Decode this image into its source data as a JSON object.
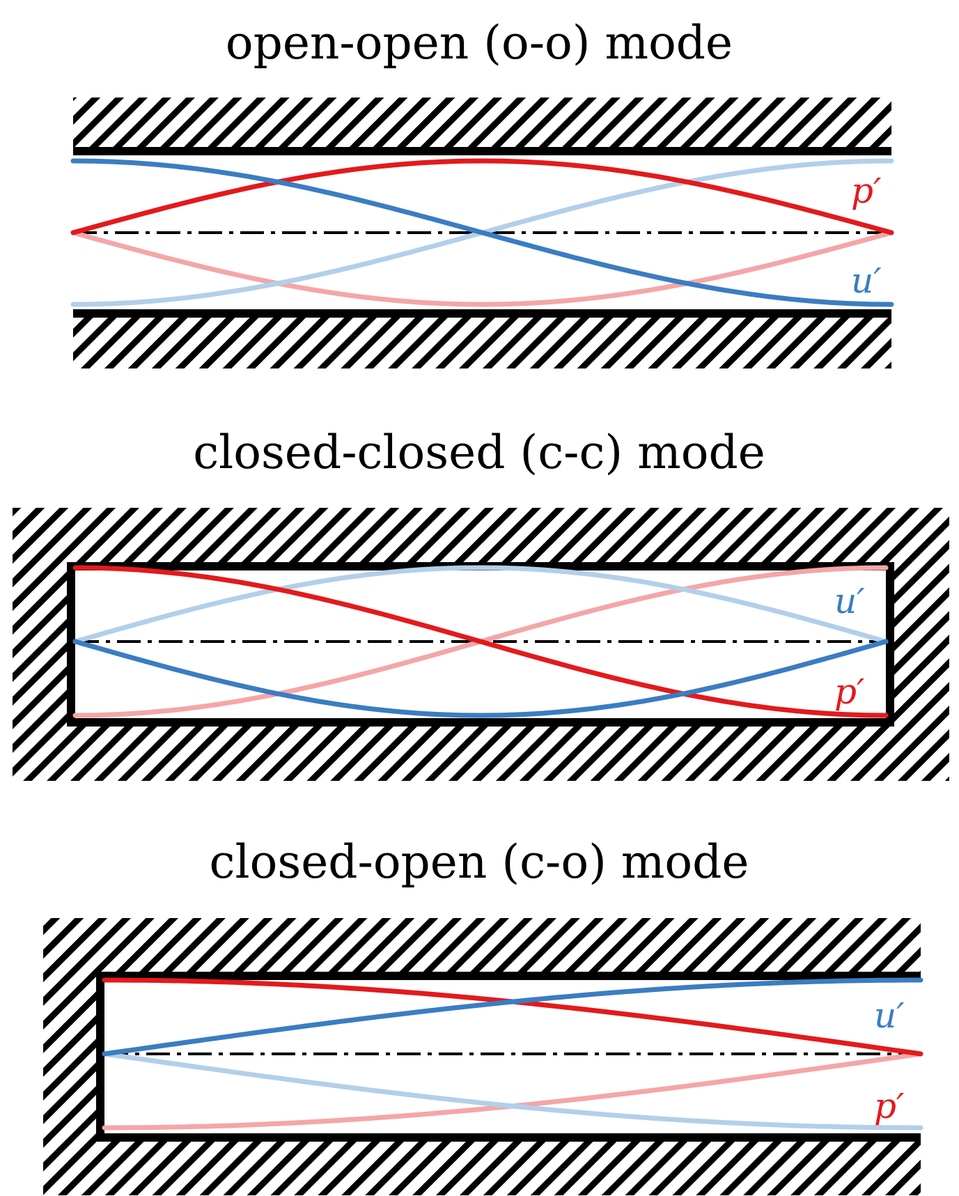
{
  "colors": {
    "pressure": "#e31a1c",
    "pressure_faded": "#f4a6a8",
    "velocity": "#3a7dc2",
    "velocity_faded": "#b3cfe9",
    "wall": "#000000"
  },
  "labels": {
    "pressure": "p′",
    "velocity": "u′"
  },
  "panels": [
    {
      "id": "o-o",
      "title": "open-open (o-o) mode"
    },
    {
      "id": "c-c",
      "title": "closed-closed (c-c) mode"
    },
    {
      "id": "c-o",
      "title": "closed-open (c-o) mode"
    }
  ]
}
